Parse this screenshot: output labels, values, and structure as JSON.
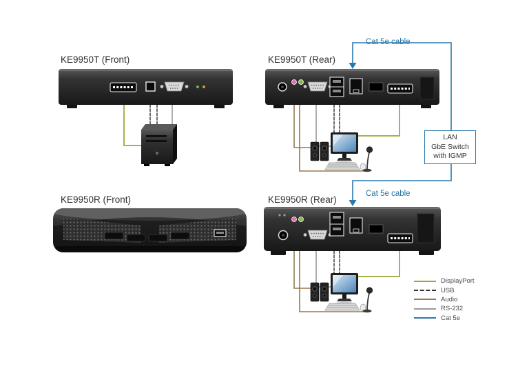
{
  "devices": {
    "ke9950t_front": {
      "label": "KE9950T (Front)"
    },
    "ke9950t_rear": {
      "label": "KE9950T (Rear)"
    },
    "ke9950r_front": {
      "label": "KE9950R (Front)"
    },
    "ke9950r_rear": {
      "label": "KE9950R (Rear)"
    }
  },
  "cables": {
    "cat5e_top_label": "Cat 5e cable",
    "cat5e_bottom_label": "Cat 5e cable",
    "cat5e_color": "#2979ae"
  },
  "switch_box": {
    "line1": "LAN",
    "line2": "GbE Switch",
    "line3": "with IGMP"
  },
  "legend": {
    "items": [
      {
        "label": "DisplayPort",
        "color": "#9ca433",
        "line_style": "solid"
      },
      {
        "label": "USB",
        "color": "#333333",
        "line_style": "dashed"
      },
      {
        "label": "Audio",
        "color": "#97784e",
        "line_style": "solid"
      },
      {
        "label": "RS-232",
        "color": "#9a9a9a",
        "line_style": "solid"
      },
      {
        "label": "Cat 5e",
        "color": "#2979ae",
        "line_style": "solid"
      }
    ]
  }
}
